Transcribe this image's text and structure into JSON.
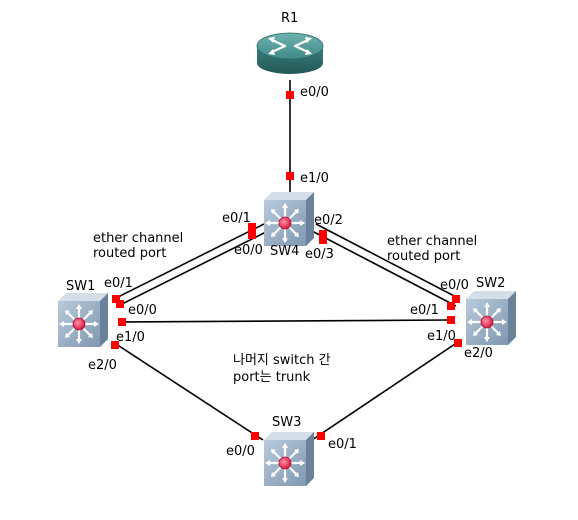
{
  "devices": {
    "r1": "R1",
    "sw1": "SW1",
    "sw2": "SW2",
    "sw3": "SW3",
    "sw4": "SW4"
  },
  "ports": {
    "r1_e00": "e0/0",
    "sw4_e10": "e1/0",
    "sw4_e01": "e0/1",
    "sw4_e00": "e0/0",
    "sw4_e02": "e0/2",
    "sw4_e03": "e0/3",
    "sw1_e01": "e0/1",
    "sw1_e00": "e0/0",
    "sw1_e10": "e1/0",
    "sw1_e20": "e2/0",
    "sw2_e00": "e0/0",
    "sw2_e01": "e0/1",
    "sw2_e10": "e1/0",
    "sw2_e20": "e2/0",
    "sw3_e00": "e0/0",
    "sw3_e01": "e0/1"
  },
  "notes": {
    "left_ec_line1": "ether channel",
    "left_ec_line2": "routed port",
    "right_ec_line1": "ether channel",
    "right_ec_line2": "routed port",
    "trunk_line1": "나머지 switch 간",
    "trunk_line2": "port는 trunk"
  },
  "colors": {
    "link": "#000000",
    "port_marker": "#ff0000",
    "router": "#3f8a88",
    "switch": "#8fa6bd"
  }
}
